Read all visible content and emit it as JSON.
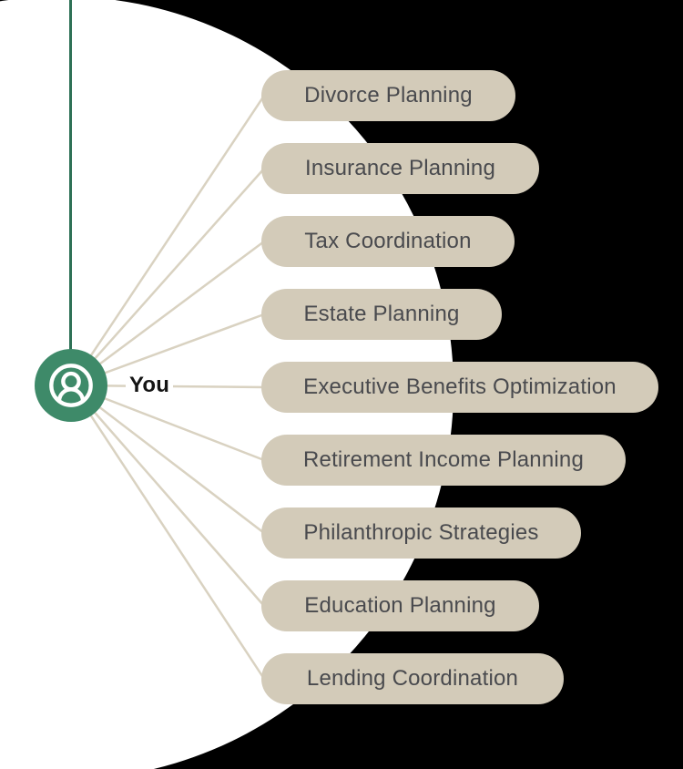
{
  "node": {
    "label": "You",
    "icon": "user-circle-icon"
  },
  "services": [
    "Divorce Planning",
    "Insurance Planning",
    "Tax Coordination",
    "Estate Planning",
    "Executive Benefits Optimization",
    "Retirement Income Planning",
    "Philanthropic Strategies",
    "Education Planning",
    "Lending Coordination"
  ],
  "colors": {
    "node_green": "#3e8a69",
    "stem_green": "#2e7156",
    "pill_beige": "#d3cbb9",
    "pill_text": "#494a4e",
    "connector": "#d9d2c1",
    "canvas_black": "#000000",
    "backdrop_white": "#ffffff",
    "you_text": "#141414"
  }
}
